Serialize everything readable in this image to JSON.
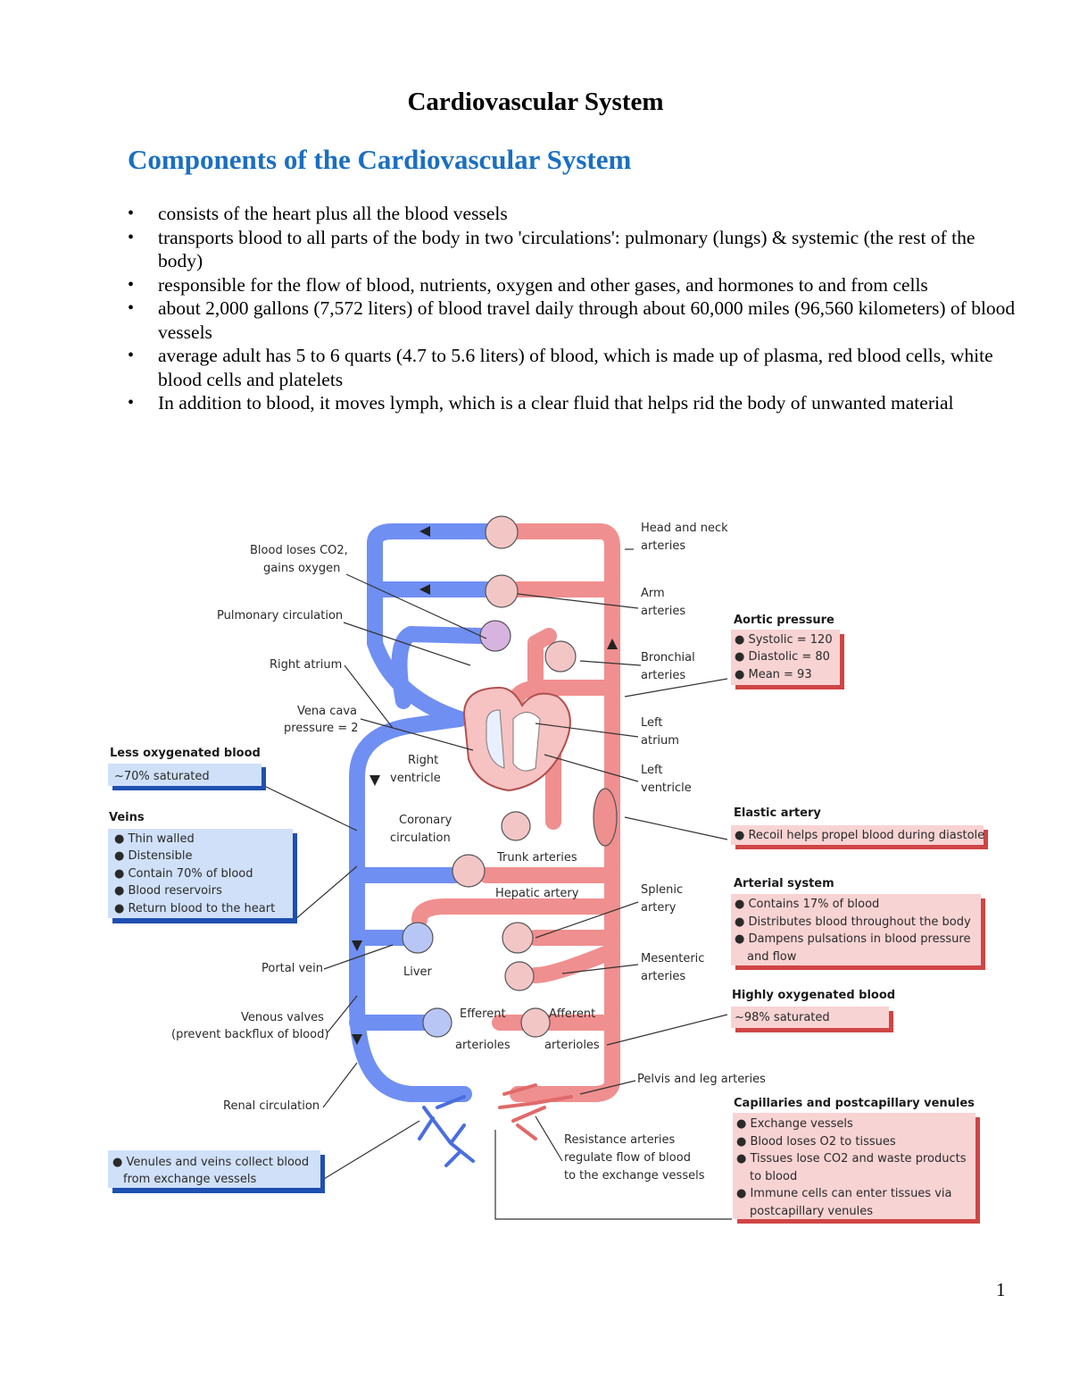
{
  "document": {
    "title": "Cardiovascular System",
    "subtitle": "Components of the Cardiovascular System",
    "bullets": [
      "consists of the heart plus all the blood vessels",
      "transports blood to all parts of the body in two 'circulations': pulmonary (lungs) & systemic (the rest of the body)",
      "responsible for the flow of blood, nutrients, oxygen and other gases, and hormones to and from cells",
      "about 2,000 gallons (7,572 liters) of blood travel daily through about 60,000 miles (96,560 kilometers) of blood vessels",
      "average adult has 5 to 6 quarts (4.7 to 5.6 liters) of blood, which is made up of plasma, red blood cells, white blood cells and platelets",
      "In addition to blood, it moves lymph, which is a clear fluid that helps rid the body of unwanted material"
    ],
    "page_number": "1"
  },
  "colors": {
    "venous": "#6f8ff2",
    "arterial": "#f08f8f",
    "title_blue": "#1b6fc2",
    "blue_box": "#cfe0f8",
    "red_box": "#f8d3d3"
  },
  "diagram": {
    "labels": {
      "blood_loses_co2_1": "Blood loses CO2,",
      "blood_loses_co2_2": "gains oxygen",
      "pulmonary_circulation": "Pulmonary circulation",
      "right_atrium": "Right atrium",
      "vena_cava_1": "Vena cava",
      "vena_cava_2": "pressure = 2",
      "right_ventricle_1": "Right",
      "right_ventricle_2": "ventricle",
      "coronary_1": "Coronary",
      "coronary_2": "circulation",
      "trunk_arteries": "Trunk arteries",
      "hepatic_artery": "Hepatic artery",
      "liver": "Liver",
      "portal_vein": "Portal vein",
      "venous_valves_1": "Venous valves",
      "venous_valves_2": "(prevent backflux of blood)",
      "efferent_1": "Efferent",
      "efferent_2": "arterioles",
      "afferent_1": "Afferent",
      "afferent_2": "arterioles",
      "renal_circulation": "Renal circulation",
      "head_neck_1": "Head and neck",
      "head_neck_2": "arteries",
      "arm_1": "Arm",
      "arm_2": "arteries",
      "bronchial_1": "Bronchial",
      "bronchial_2": "arteries",
      "left_atrium_1": "Left",
      "left_atrium_2": "atrium",
      "left_ventricle_1": "Left",
      "left_ventricle_2": "ventricle",
      "splenic_1": "Splenic",
      "splenic_2": "artery",
      "mesenteric_1": "Mesenteric",
      "mesenteric_2": "arteries",
      "pelvis_leg": "Pelvis and leg arteries",
      "resistance_1": "Resistance arteries",
      "resistance_2": "regulate flow of blood",
      "resistance_3": "to the exchange vessels"
    },
    "boxes": {
      "less_oxygenated": {
        "header": "Less oxygenated blood",
        "lines": [
          "~70% saturated"
        ]
      },
      "veins": {
        "header": "Veins",
        "lines": [
          "● Thin walled",
          "● Distensible",
          "● Contain 70% of blood",
          "● Blood reservoirs",
          "● Return blood to the heart"
        ]
      },
      "venules": {
        "lines": [
          "● Venules and veins collect blood",
          "from exchange vessels"
        ]
      },
      "aortic_pressure": {
        "header": "Aortic pressure",
        "lines": [
          "● Systolic = 120",
          "● Diastolic = 80",
          "● Mean = 93"
        ]
      },
      "elastic_artery": {
        "header": "Elastic artery",
        "lines": [
          "● Recoil helps propel blood during diastole"
        ]
      },
      "arterial_system": {
        "header": "Arterial system",
        "lines": [
          "● Contains 17% of blood",
          "● Distributes blood throughout the body",
          "● Dampens pulsations in blood pressure",
          "and flow"
        ]
      },
      "highly_oxygenated": {
        "header": "Highly oxygenated blood",
        "lines": [
          "~98% saturated"
        ]
      },
      "capillaries": {
        "header": "Capillaries and postcapillary venules",
        "lines": [
          "● Exchange vessels",
          "● Blood loses O2 to tissues",
          "● Tissues lose CO2 and waste products",
          "to blood",
          "● Immune cells can enter tissues via",
          "postcapillary venules"
        ]
      }
    }
  }
}
